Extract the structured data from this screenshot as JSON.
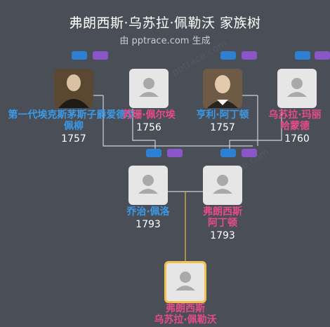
{
  "header": {
    "title": "弗朗西斯·乌苏拉·佩勒沃 家族树",
    "subtitle": "由 pptrace.com 生成"
  },
  "people": {
    "gp1": {
      "name_lines": [
        "第一代埃克斯茅斯子爵爱德华·",
        "佩柳"
      ],
      "year": "1757",
      "gender": "male"
    },
    "gp2": {
      "name_lines": [
        "苏珊·佩尔埃"
      ],
      "year": "1756",
      "gender": "female"
    },
    "gp3": {
      "name_lines": [
        "亨利·阿丁顿"
      ],
      "year": "1757",
      "gender": "male"
    },
    "gp4": {
      "name_lines": [
        "乌苏拉·玛丽",
        "哈蒙德"
      ],
      "year": "1760",
      "gender": "female"
    },
    "p1": {
      "name_lines": [
        "乔治·佩洛"
      ],
      "year": "1793",
      "gender": "male"
    },
    "p2": {
      "name_lines": [
        "弗朗西斯",
        "阿丁顿"
      ],
      "year": "1793",
      "gender": "female"
    },
    "self": {
      "name_lines": [
        "弗朗西斯",
        "乌苏拉·佩勒沃"
      ],
      "gender": "female"
    }
  },
  "colors": {
    "background": "#4a4f57",
    "male": "#3a9ae8",
    "female": "#e84a8a",
    "focus_border": "#f0c14b",
    "line_focus": "#c9a24a"
  },
  "icons": {
    "placeholder": "person-silhouette-icon",
    "tags": [
      "blue-tag-icon",
      "purple-tag-icon"
    ]
  },
  "watermark": "pptrace.com"
}
